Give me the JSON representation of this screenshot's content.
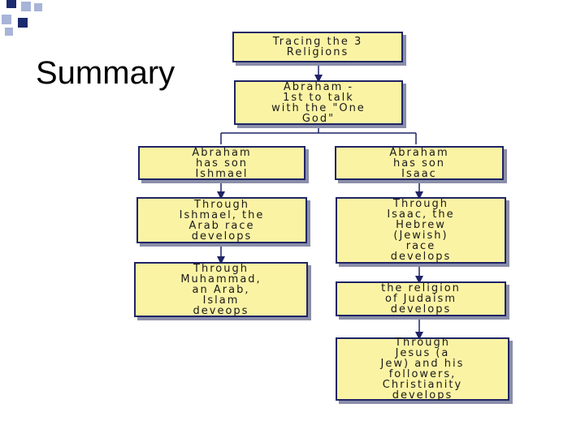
{
  "slide": {
    "title": "Summary"
  },
  "colors": {
    "box_fill": "#fbf3a4",
    "box_border": "#1e2466",
    "connector": "#1e2466",
    "corner_blue": "#1a2a6c",
    "corner_light": "#a8b4d8"
  },
  "diagram": {
    "title_box": "Tracing the 3\nReligions",
    "abraham": "Abraham -\n1st to talk\nwith the \"One\nGod\"",
    "left": {
      "son": "Abraham\nhas son\nIshmael",
      "race": "Through\nIshmael, the\nArab race\ndevelops",
      "religion": "Through\nMuhammad,\nan Arab,\nIslam\ndeveops"
    },
    "right": {
      "son": "Abraham\nhas son\nIsaac",
      "race": "Through\nIsaac, the\nHebrew\n(Jewish)\nrace\ndevelops",
      "religion": "the religion\nof Judaism\ndevelops",
      "christianity": "Through\nJesus (a\nJew) and his\nfollowers,\nChristianity\ndevelops"
    }
  }
}
